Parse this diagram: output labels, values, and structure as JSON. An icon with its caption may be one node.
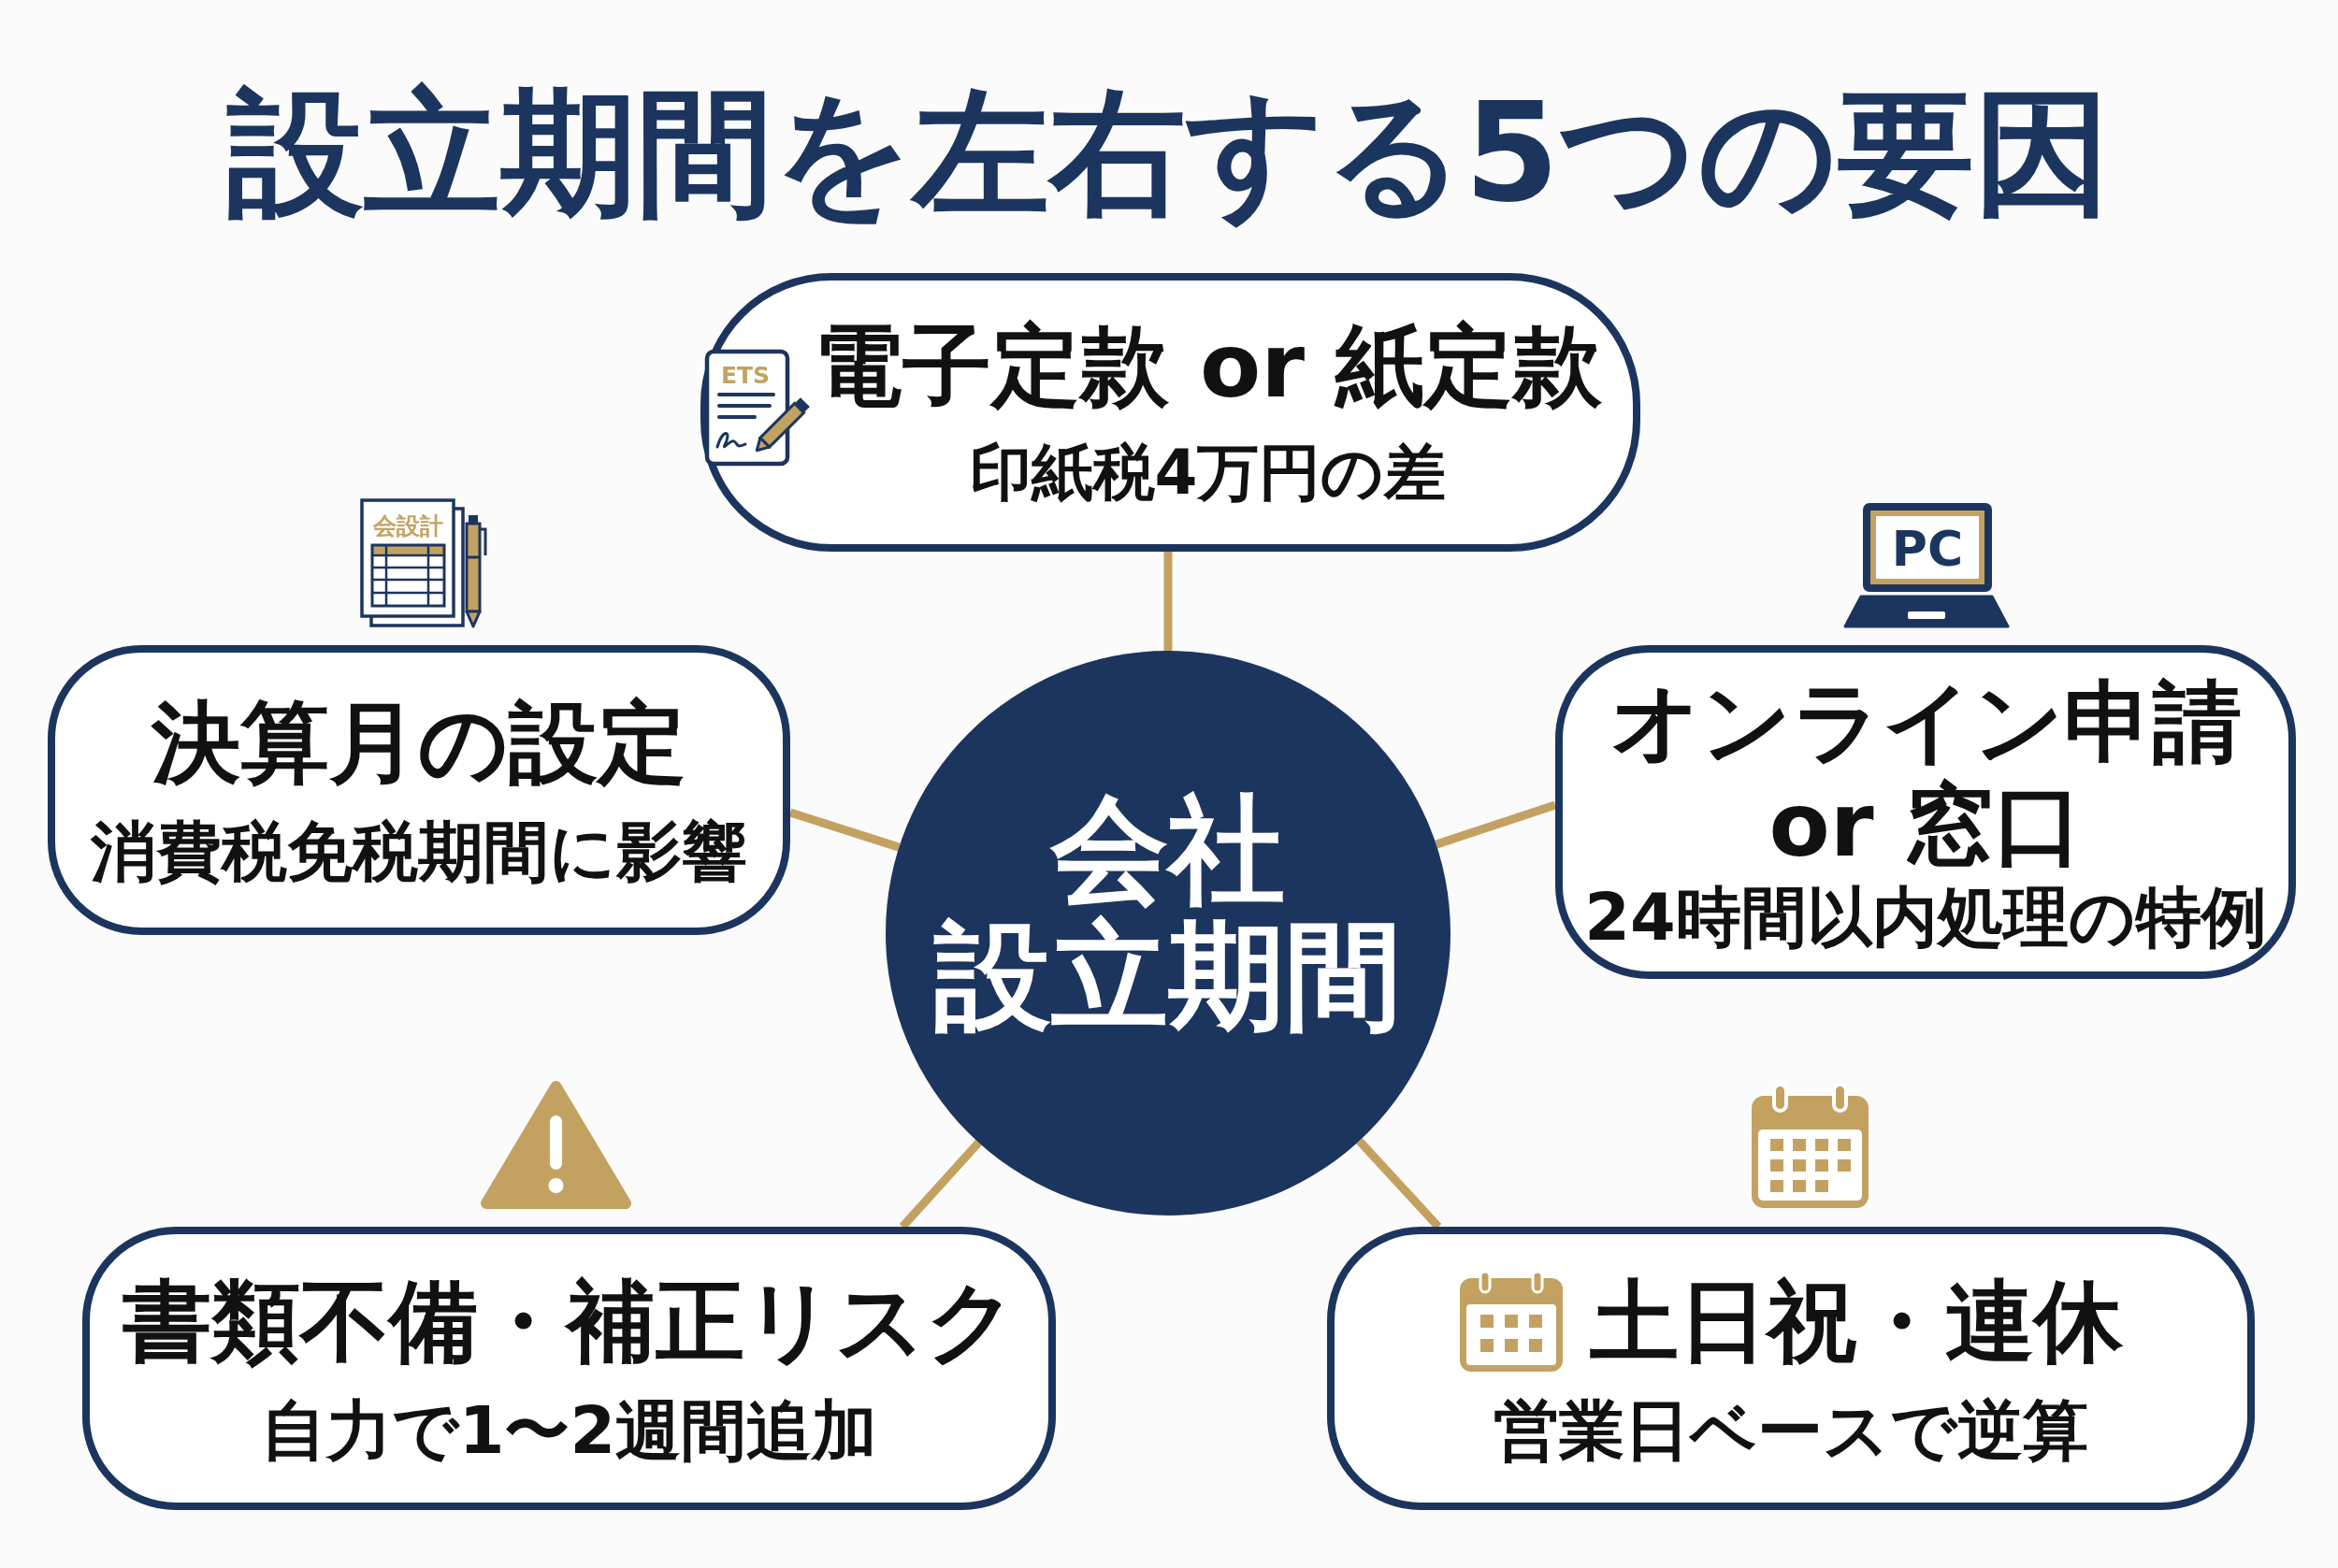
{
  "diagram": {
    "title": "設立期間を左右する5つの要因",
    "nodes": [
      {
        "text": [
          "電子定款 or 紙定款",
          "印紙税4万円の差"
        ]
      },
      {
        "text": [
          "決算月の設定",
          "消費税免税期間に影響"
        ]
      },
      {
        "text": [
          "会社",
          "設立期間"
        ]
      },
      {
        "text": [
          "オンライン申請 or 窓口",
          "24時間以内処理の特例"
        ]
      },
      {
        "text": [
          "書類不備・補正リスク",
          "自力で1〜2週間追加"
        ]
      },
      {
        "text": [
          "土日祝・連休",
          "営業日ベースで逆算"
        ]
      }
    ],
    "edges": [
      {
        "from": 2,
        "to": 0,
        "arrow": "none"
      },
      {
        "from": 2,
        "to": 1,
        "arrow": "none"
      },
      {
        "from": 2,
        "to": 3,
        "arrow": "none"
      },
      {
        "from": 2,
        "to": 4,
        "arrow": "none"
      },
      {
        "from": 2,
        "to": 5,
        "arrow": "none"
      }
    ],
    "labels": [
      "ETS",
      "会設計",
      "PC"
    ]
  }
}
